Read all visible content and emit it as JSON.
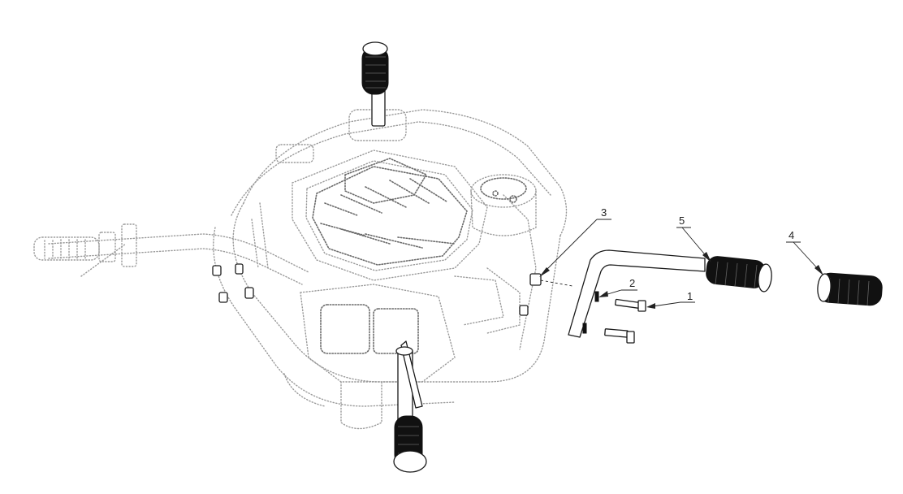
{
  "callouts": [
    {
      "id": "1",
      "label": "1"
    },
    {
      "id": "2",
      "label": "2"
    },
    {
      "id": "3",
      "label": "3"
    },
    {
      "id": "4",
      "label": "4"
    },
    {
      "id": "5",
      "label": "5"
    }
  ],
  "colors": {
    "ink": "#1a1a1a",
    "phantom": "#9a9a9a",
    "grip": "#111111",
    "background": "#ffffff"
  }
}
